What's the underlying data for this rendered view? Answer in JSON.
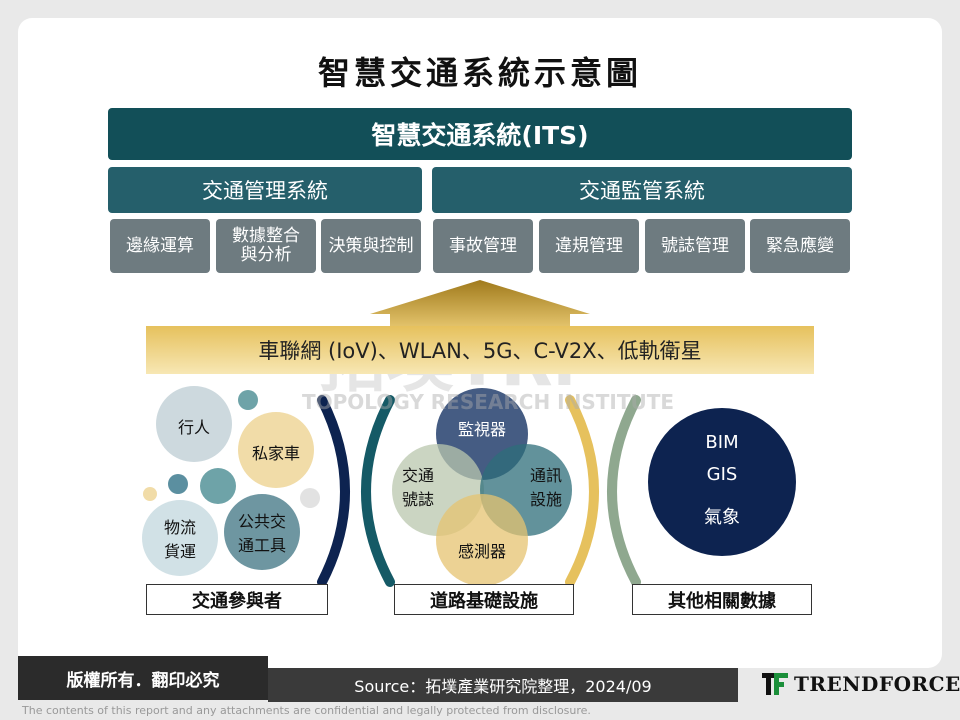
{
  "title": "智慧交通系統示意圖",
  "its": "智慧交通系統(ITS)",
  "systems": [
    {
      "label": "交通管理系統",
      "subs": [
        "邊緣運算",
        "數據整合\n與分析",
        "決策與控制"
      ]
    },
    {
      "label": "交通監管系統",
      "subs": [
        "事故管理",
        "違規管理",
        "號誌管理",
        "緊急應變"
      ]
    }
  ],
  "network": "車聯網 (IoV)、WLAN、5G、C-V2X、低軌衛星",
  "participants": {
    "items": [
      "行人",
      "私家車",
      "物流\n貨運",
      "公共交\n通工具"
    ],
    "label": "交通參與者"
  },
  "infrastructure": {
    "items": [
      "監視器",
      "交通\n號誌",
      "通訊\n設施",
      "感測器"
    ],
    "label": "道路基礎設施"
  },
  "other": {
    "items": [
      "BIM",
      "GIS",
      "氣象"
    ],
    "label": "其他相關數據"
  },
  "watermark": {
    "main": "拓墣TRi",
    "sub": "TOPOLOGY RESEARCH INSTITUTE"
  },
  "footer": {
    "copyright": "版權所有．翻印必究",
    "source": "Source：拓墣產業研究院整理，2024/09",
    "logo": "TRENDFORCE",
    "disclaimer": "The contents of this report and any attachments are confidential and legally protected from disclosure."
  },
  "colors": {
    "dark_teal": "#124f58",
    "teal": "#255f6b",
    "gray": "#6e7b80",
    "gold": "#e6c15d",
    "navy": "#0d2350"
  }
}
